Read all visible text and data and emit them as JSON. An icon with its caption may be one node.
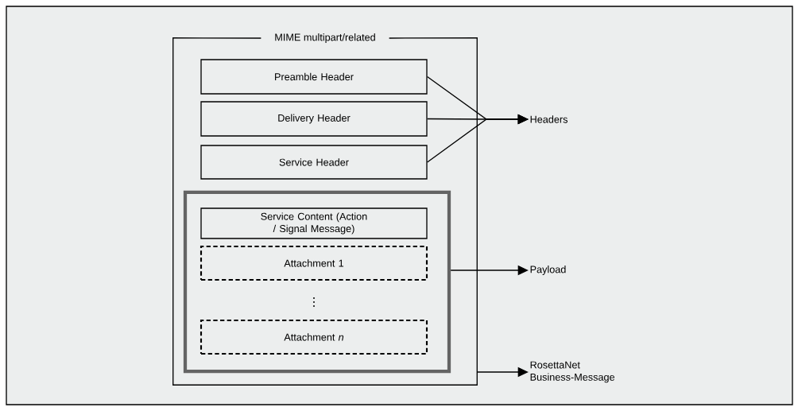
{
  "diagram": {
    "nodes": [
      {
        "text": [
          "MIME multipart/related"
        ]
      },
      {
        "text": [
          "Preamble Header"
        ],
        "in": 0
      },
      {
        "text": [
          "Delivery Header"
        ],
        "in": 0
      },
      {
        "text": [
          "Service Header"
        ],
        "in": 0
      },
      {
        "text": [],
        "shape": "box",
        "in": 0
      },
      {
        "text": [
          "Service Content (Action / Signal Message)"
        ],
        "in": 4
      },
      {
        "text": [
          "Attachment 1"
        ],
        "in": 4
      },
      {
        "text": [
          "Attachment *n*"
        ],
        "in": 4
      },
      {
        "text": [
          "Headers"
        ]
      },
      {
        "text": [
          "Payload"
        ]
      },
      {
        "text": [
          "RosettaNet Business-Message"
        ]
      }
    ],
    "edges": [
      {
        "from": 1,
        "to": 8,
        "arrow": "to"
      },
      {
        "from": 2,
        "to": 8,
        "arrow": "to"
      },
      {
        "from": 3,
        "to": 8,
        "arrow": "to"
      },
      {
        "from": 4,
        "to": 9,
        "arrow": "to"
      },
      {
        "from": 0,
        "to": 10,
        "arrow": "to"
      }
    ],
    "labels": [
      "⋮"
    ]
  }
}
